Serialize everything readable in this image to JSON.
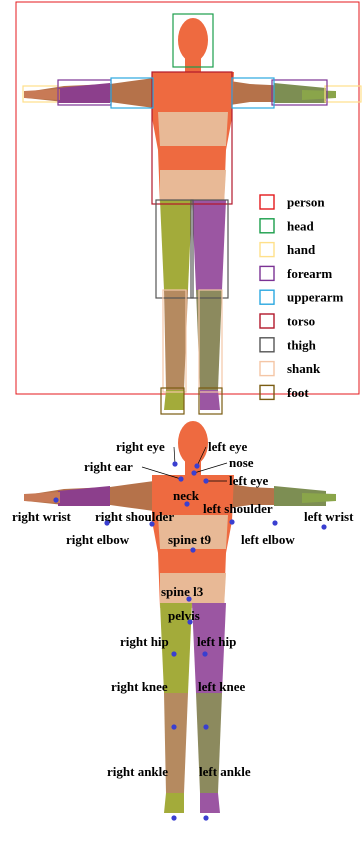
{
  "legend": [
    {
      "label": "person",
      "color": "#e41a1c"
    },
    {
      "label": "head",
      "color": "#1b9e4b"
    },
    {
      "label": "hand",
      "color": "#ffe08a"
    },
    {
      "label": "forearm",
      "color": "#7b3294"
    },
    {
      "label": "upperarm",
      "color": "#2ba8e0"
    },
    {
      "label": "torso",
      "color": "#b2182b"
    },
    {
      "label": "thigh",
      "color": "#555555"
    },
    {
      "label": "shank",
      "color": "#f4c6a6"
    },
    {
      "label": "foot",
      "color": "#7a5c12"
    }
  ],
  "keypoints": [
    {
      "label": "right eye"
    },
    {
      "label": "left eye"
    },
    {
      "label": "nose"
    },
    {
      "label": "right ear"
    },
    {
      "label": "left eye"
    },
    {
      "label": "neck"
    },
    {
      "label": "right wrist"
    },
    {
      "label": "right shoulder"
    },
    {
      "label": "left shoulder"
    },
    {
      "label": "left wrist"
    },
    {
      "label": "right elbow"
    },
    {
      "label": "spine t9"
    },
    {
      "label": "left elbow"
    },
    {
      "label": "spine l3"
    },
    {
      "label": "pelvis"
    },
    {
      "label": "right hip"
    },
    {
      "label": "left hip"
    },
    {
      "label": "right knee"
    },
    {
      "label": "left knee"
    },
    {
      "label": "right ankle"
    },
    {
      "label": "left ankle"
    }
  ],
  "colors": {
    "skin_orange": "#ee6a40",
    "skin_peach": "#e8b996",
    "thigh_green": "#a3ab3a",
    "thigh_purple": "#9b56a2",
    "shank_brown": "#b58a60",
    "shank_olive": "#8c8a5e",
    "keypoint_blue": "#3a3fd0"
  }
}
